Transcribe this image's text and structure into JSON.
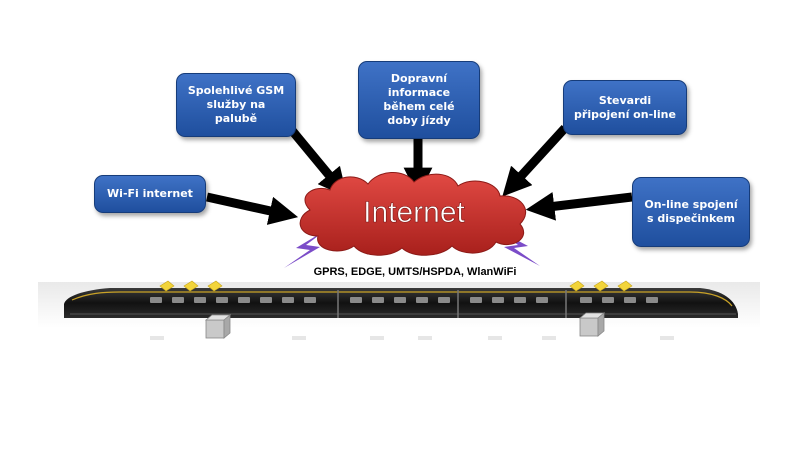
{
  "nodes": {
    "gsm": "Spolehlivé GSM\nslužby  na\npalubě",
    "traffic": "Dopravní\ninformace\nběhem celé\ndoby jízdy",
    "stewards": "Stevardi\npřipojení on-line",
    "wifi": "Wi-Fi internet",
    "dispatcher": "On-line spojení\ns dispečinkem",
    "internet": "Internet"
  },
  "technologies": "GPRS, EDGE, UMTS/HSPDA, WlanWiFi",
  "colors": {
    "box": "#2a5cb0",
    "cloud": "#c8302c",
    "arrow": "#000000",
    "lightning": "#7b4cc8",
    "signal": "#f2d43a",
    "train_body": "#1a1a1a"
  }
}
